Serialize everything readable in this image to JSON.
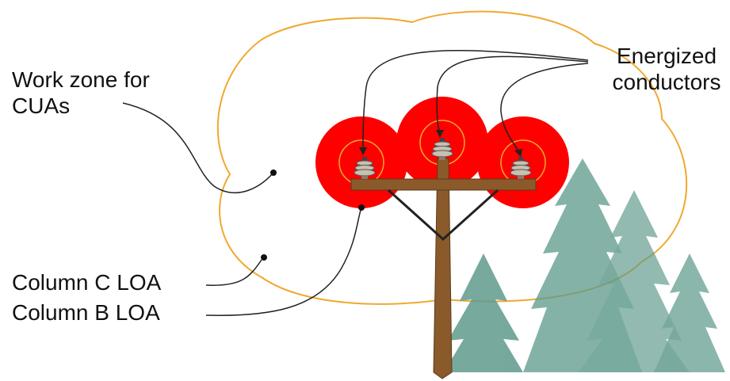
{
  "labels": {
    "work_zone_line1": "Work zone for",
    "work_zone_line2": "CUAs",
    "energized_line1": "Energized",
    "energized_line2": "conductors",
    "column_c": "Column C LOA",
    "column_b": "Column B LOA"
  },
  "colors": {
    "work_zone_boundary": "#f0a830",
    "column_b_zone": "#ff0000",
    "pole_wood": "#8b5a2b",
    "insulator": "#c8c0b0",
    "tree": "#5f9a8c",
    "leader_line": "#222222"
  },
  "icons": [
    "utility-pole-icon",
    "insulator-icon",
    "pine-tree-icon"
  ]
}
